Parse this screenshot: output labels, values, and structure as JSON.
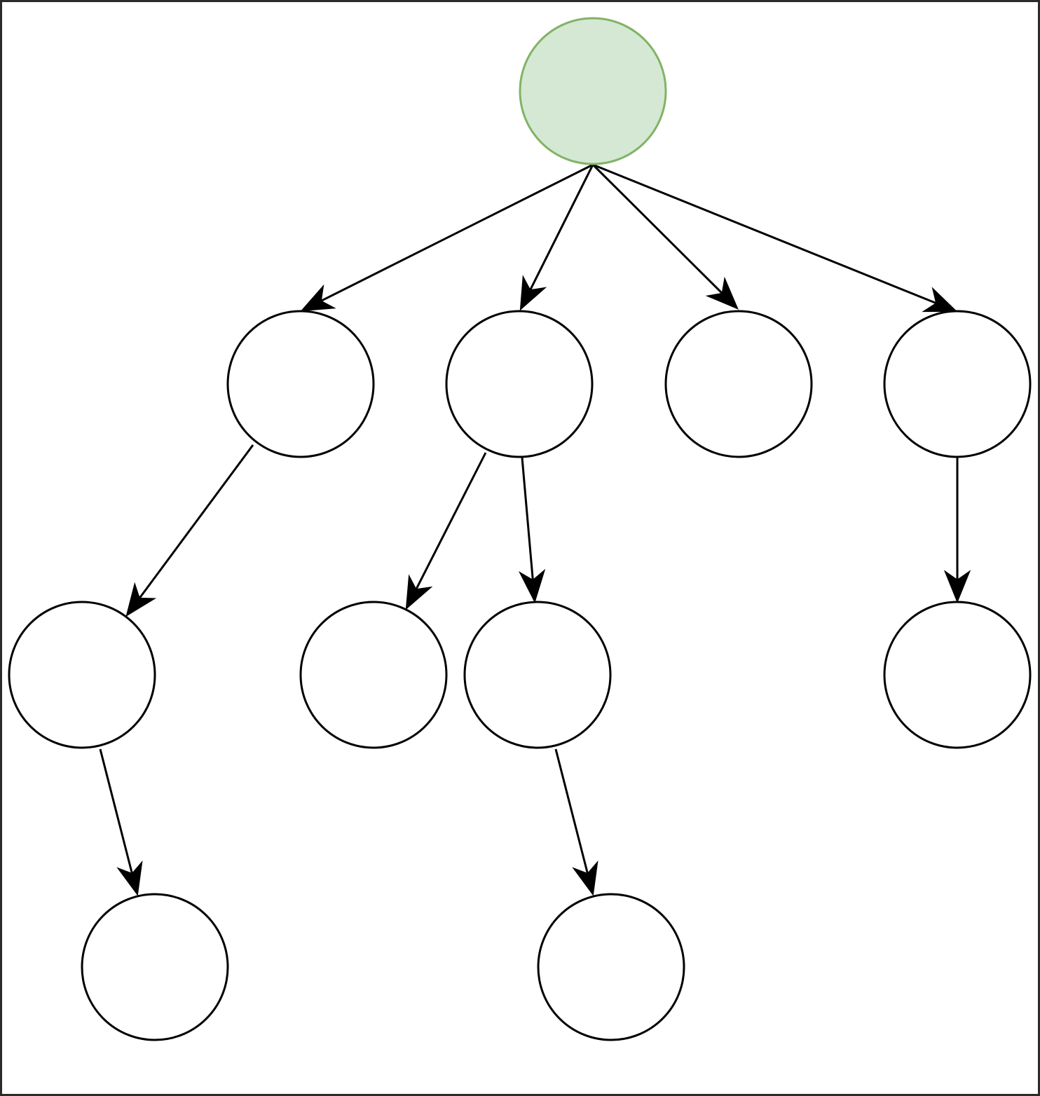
{
  "diagram": {
    "type": "tree",
    "colors": {
      "root_fill": "#d5e8d4",
      "root_stroke": "#82b366",
      "node_fill": "#ffffff",
      "node_stroke": "#000000",
      "edge": "#000000"
    },
    "nodes": [
      {
        "id": "root",
        "role": "root",
        "label": ""
      },
      {
        "id": "a",
        "role": "child",
        "label": ""
      },
      {
        "id": "b",
        "role": "child",
        "label": ""
      },
      {
        "id": "c",
        "role": "child",
        "label": ""
      },
      {
        "id": "d",
        "role": "child",
        "label": ""
      },
      {
        "id": "a1",
        "role": "child",
        "label": ""
      },
      {
        "id": "b1",
        "role": "child",
        "label": ""
      },
      {
        "id": "b2",
        "role": "child",
        "label": ""
      },
      {
        "id": "d1",
        "role": "child",
        "label": ""
      },
      {
        "id": "a1x",
        "role": "child",
        "label": ""
      },
      {
        "id": "b2x",
        "role": "child",
        "label": ""
      }
    ],
    "edges": [
      {
        "from": "root",
        "to": "a"
      },
      {
        "from": "root",
        "to": "b"
      },
      {
        "from": "root",
        "to": "c"
      },
      {
        "from": "root",
        "to": "d"
      },
      {
        "from": "a",
        "to": "a1"
      },
      {
        "from": "b",
        "to": "b1"
      },
      {
        "from": "b",
        "to": "b2"
      },
      {
        "from": "d",
        "to": "d1"
      },
      {
        "from": "a1",
        "to": "a1x"
      },
      {
        "from": "b2",
        "to": "b2x"
      }
    ]
  }
}
